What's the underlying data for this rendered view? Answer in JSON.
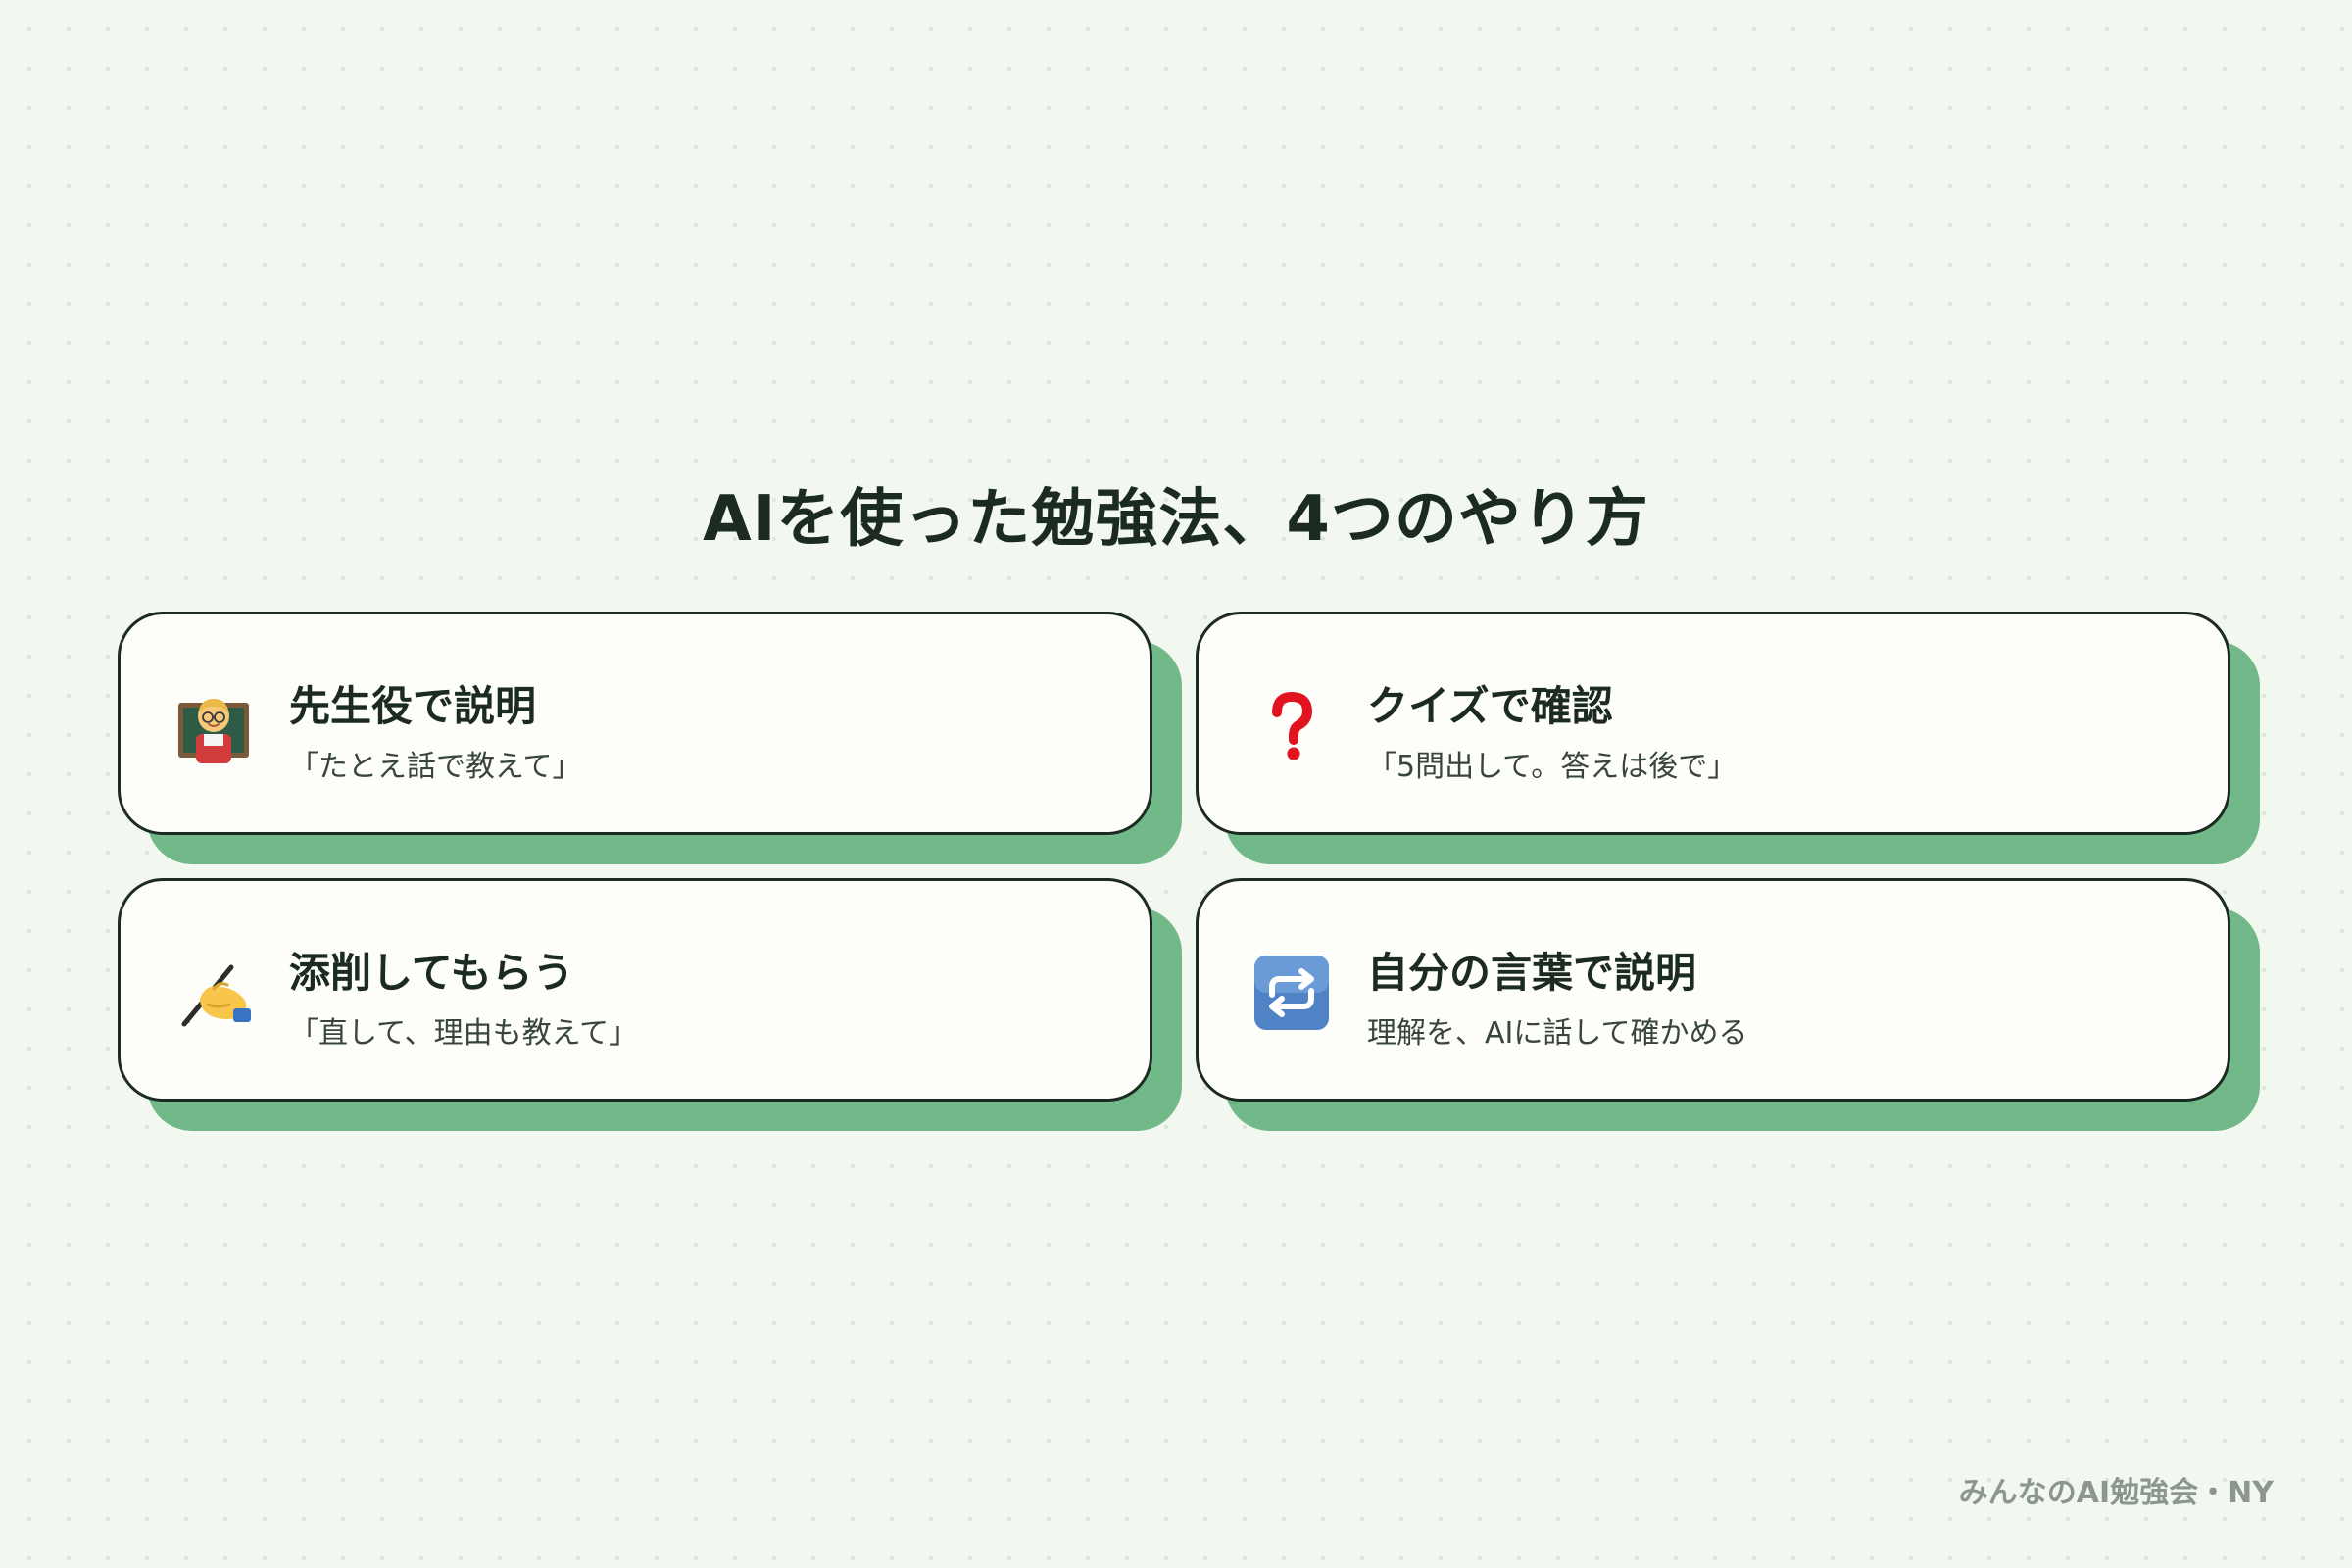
{
  "page": {
    "title": "AIを使った勉強法、4つのやり方",
    "footer": "みんなのAI勉強会・NY"
  },
  "colors": {
    "background": "#f2f8f0",
    "card_fill": "#fdfdf9",
    "card_border": "#1c2b22",
    "card_shadow": "#72b98a",
    "text_dark": "#1c2b22",
    "footer_text": "#8a968e"
  },
  "cards": [
    {
      "icon": "teacher-icon",
      "title": "先生役で説明",
      "subtitle": "「たとえ話で教えて」"
    },
    {
      "icon": "question-mark-icon",
      "title": "クイズで確認",
      "subtitle": "「5問出して。答えは後で」"
    },
    {
      "icon": "writing-hand-icon",
      "title": "添削してもらう",
      "subtitle": "「直して、理由も教えて」"
    },
    {
      "icon": "repeat-icon",
      "title": "自分の言葉で説明",
      "subtitle": "理解を、AIに話して確かめる"
    }
  ]
}
